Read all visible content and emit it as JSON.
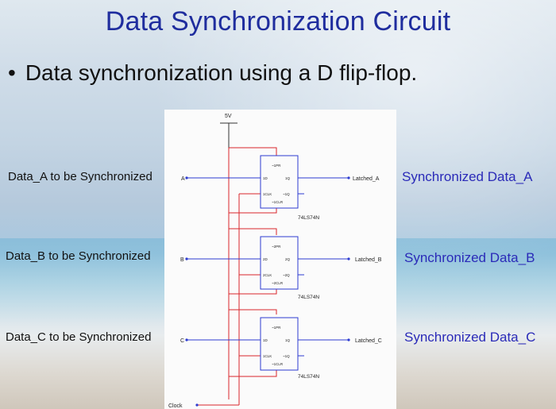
{
  "title": "Data Synchronization Circuit",
  "bullet": "Data synchronization using a D flip-flop.",
  "inputs": [
    {
      "label": "Data_A to be Synchronized",
      "pin": "A"
    },
    {
      "label": "Data_B to be Synchronized",
      "pin": "B"
    },
    {
      "label": "Data_C to be Synchronized",
      "pin": "C"
    }
  ],
  "outputs": [
    {
      "net": "Latched_A",
      "label": "Synchronized Data_A"
    },
    {
      "net": "Latched_B",
      "label": "Synchronized Data_B"
    },
    {
      "net": "Latched_C",
      "label": "Synchronized Data_C"
    }
  ],
  "supply": "5V",
  "clock": "Clock",
  "flipflops": [
    {
      "part": "74LS74N",
      "pre": "~1PR",
      "d": "1D",
      "q": "1Q",
      "clk": "1CLK",
      "qn": "~1Q",
      "clr": "~1CLR"
    },
    {
      "part": "74LS74N",
      "pre": "~2PR",
      "d": "2D",
      "q": "2Q",
      "clk": "2CLK",
      "qn": "~2Q",
      "clr": "~2CLR"
    },
    {
      "part": "74LS74N",
      "pre": "~1PR",
      "d": "1D",
      "q": "1Q",
      "clk": "1CLK",
      "qn": "~1Q",
      "clr": "~1CLR"
    }
  ],
  "colors": {
    "title": "#1f2d9e",
    "wire_red": "#d9262b",
    "wire_blue": "#2c3bd1",
    "output_label": "#2a2ab8"
  }
}
